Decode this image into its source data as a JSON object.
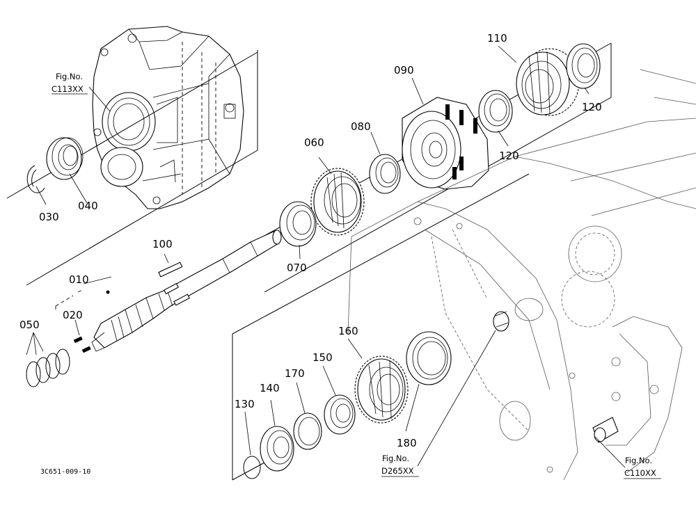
{
  "drawing_code": "3C651-009-10",
  "part_labels": {
    "p010": "010",
    "p020": "020",
    "p030": "030",
    "p040": "040",
    "p050": "050",
    "p060": "060",
    "p070": "070",
    "p080": "080",
    "p090": "090",
    "p100": "100",
    "p110": "110",
    "p120a": "120",
    "p120b": "120",
    "p130": "130",
    "p140": "140",
    "p150": "150",
    "p160": "160",
    "p170": "170",
    "p180": "180"
  },
  "figure_refs": {
    "c113": {
      "line1": "Fig.No.",
      "line2": "C113XX"
    },
    "d265": {
      "line1": "Fig.No.",
      "line2": "D265XX"
    },
    "c110": {
      "line1": "Fig.No.",
      "line2": "C110XX"
    }
  }
}
